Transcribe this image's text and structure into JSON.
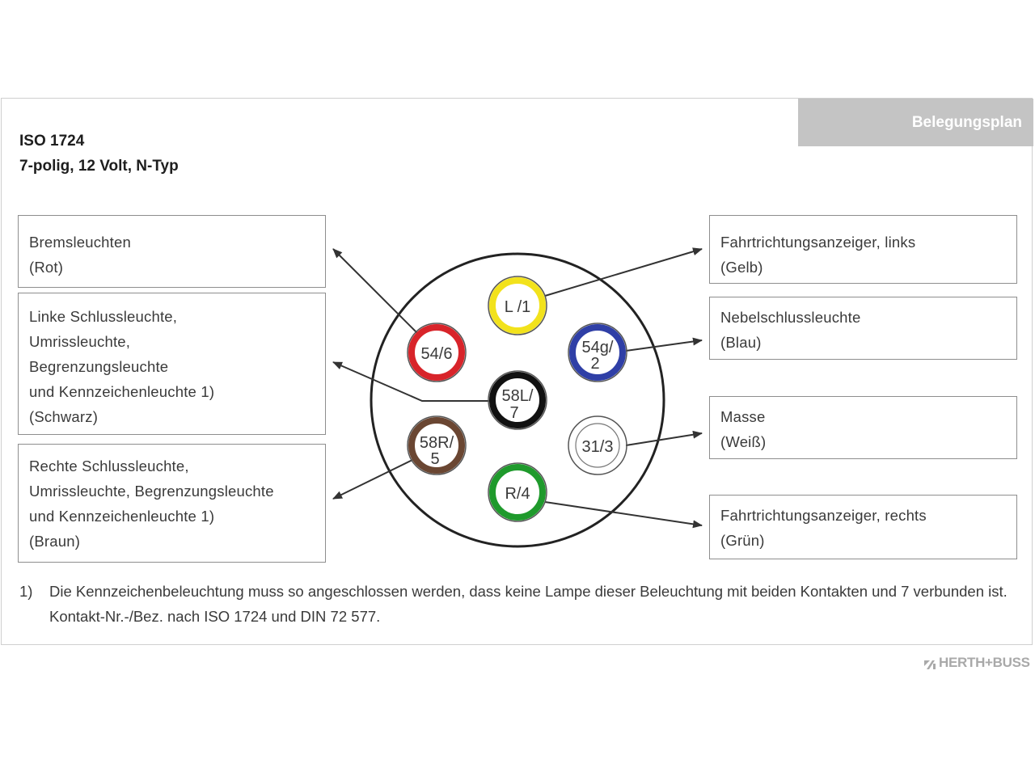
{
  "header": {
    "tag": "Belegungsplan",
    "standard": "ISO 1724",
    "spec": "7-polig, 12 Volt, N-Typ"
  },
  "boxes": {
    "left": [
      {
        "lines": [
          "Bremsleuchten",
          "(Rot)"
        ]
      },
      {
        "lines": [
          "Linke Schlussleuchte,",
          "Umrissleuchte,",
          "Begrenzungsleuchte",
          "und Kennzeichenleuchte 1)",
          "(Schwarz)"
        ]
      },
      {
        "lines": [
          "Rechte Schlussleuchte,",
          "Umrissleuchte,  Begrenzungsleuchte",
          "und Kennzeichenleuchte 1)",
          "(Braun)"
        ]
      }
    ],
    "right": [
      {
        "lines": [
          "Fahrtrichtungsanzeiger, links",
          "(Gelb)"
        ]
      },
      {
        "lines": [
          "Nebelschlussleuchte",
          "(Blau)"
        ]
      },
      {
        "lines": [
          "Masse",
          "(Weiß)"
        ]
      },
      {
        "lines": [
          "Fahrtrichtungsanzeiger, rechts",
          "(Grün)"
        ]
      }
    ]
  },
  "pins": [
    {
      "id": "pin-l1",
      "line1": "L /1",
      "line2": "",
      "color": "#f2e21c"
    },
    {
      "id": "pin-54g2",
      "line1": "54g/",
      "line2": "2",
      "color": "#2f3fa6"
    },
    {
      "id": "pin-546",
      "line1": "54/6",
      "line2": "",
      "color": "#d8242a"
    },
    {
      "id": "pin-58l7",
      "line1": "58L/",
      "line2": "7",
      "color": "#111111"
    },
    {
      "id": "pin-58r5",
      "line1": "58R/",
      "line2": "5",
      "color": "#6a4632"
    },
    {
      "id": "pin-313",
      "line1": "31/3",
      "line2": "",
      "color": "#ffffff"
    },
    {
      "id": "pin-r4",
      "line1": "R/4",
      "line2": "",
      "color": "#1f9a2c"
    }
  ],
  "footnote": {
    "mark": "1)",
    "text": "Die Kennzeichenbeleuchtung muss so angeschlossen werden, dass keine Lampe dieser Beleuchtung mit beiden Kontakten und 7 verbunden ist. Kontakt-Nr.-/Bez. nach ISO 1724 und DIN 72 577."
  },
  "brand": {
    "name": "HERTH+BUSS"
  },
  "colors": {
    "tag_bg": "#c4c4c4",
    "box_border": "#8e8e8e",
    "arrow": "#333333"
  }
}
